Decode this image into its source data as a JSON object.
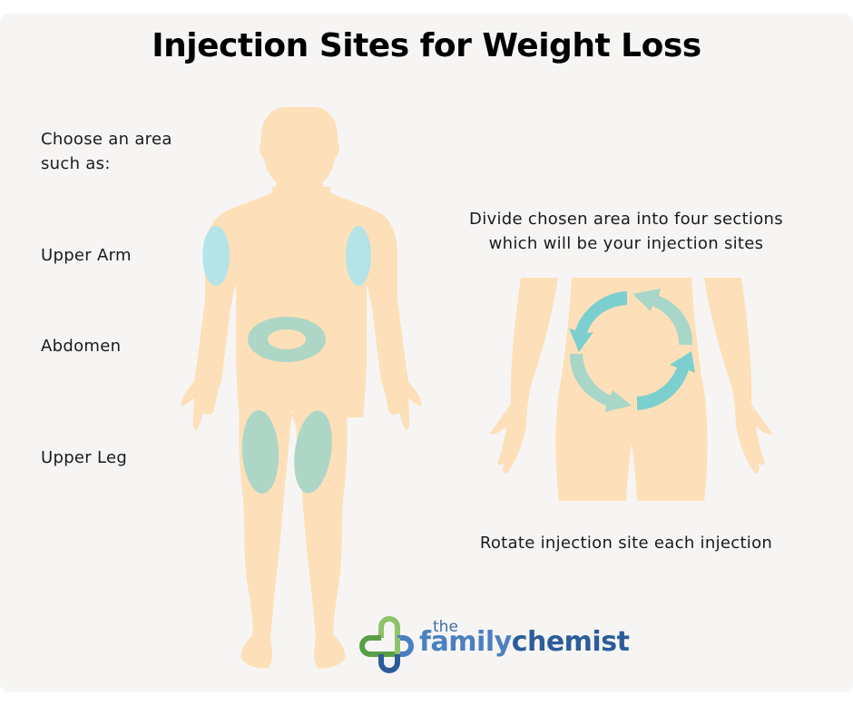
{
  "title": "Injection Sites for Weight Loss",
  "left_panel": {
    "intro_line1": "Choose an area",
    "intro_line2": "such as:",
    "sites": [
      {
        "label": "Upper Arm"
      },
      {
        "label": "Abdomen"
      },
      {
        "label": "Upper Leg"
      }
    ]
  },
  "right_panel": {
    "instruction_line1": "Divide chosen area into four sections",
    "instruction_line2": "which will be your injection sites",
    "rotation_note": "Rotate injection site each injection",
    "rotation_arrows_count": 4
  },
  "logo": {
    "small": "the",
    "word1": "family",
    "word2": "chemist"
  },
  "colors": {
    "background": "#f7f5f4",
    "skin": "#fde0b9",
    "site_green": "#aed6c6",
    "site_blue": "#a9e3ef",
    "arrow_teal": "#7ccfcf",
    "arrow_mint": "#a8d6c8",
    "logo_green": "#5a9f45",
    "logo_light_green": "#8fc36b",
    "logo_blue": "#4a80c0",
    "logo_dark_blue": "#2c5d9a"
  }
}
